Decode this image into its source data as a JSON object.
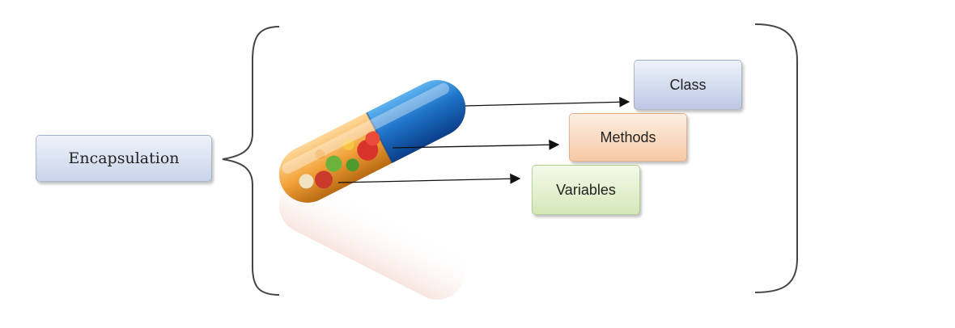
{
  "diagram": {
    "root_label": "Encapsulation",
    "components": [
      {
        "label": "Class",
        "color": "#c9d4ea"
      },
      {
        "label": "Methods",
        "color": "#f6c9a5"
      },
      {
        "label": "Variables",
        "color": "#d5e8b8"
      }
    ],
    "capsule_colors": {
      "cap": "#1f73c9",
      "body": "#f2a23a"
    }
  }
}
